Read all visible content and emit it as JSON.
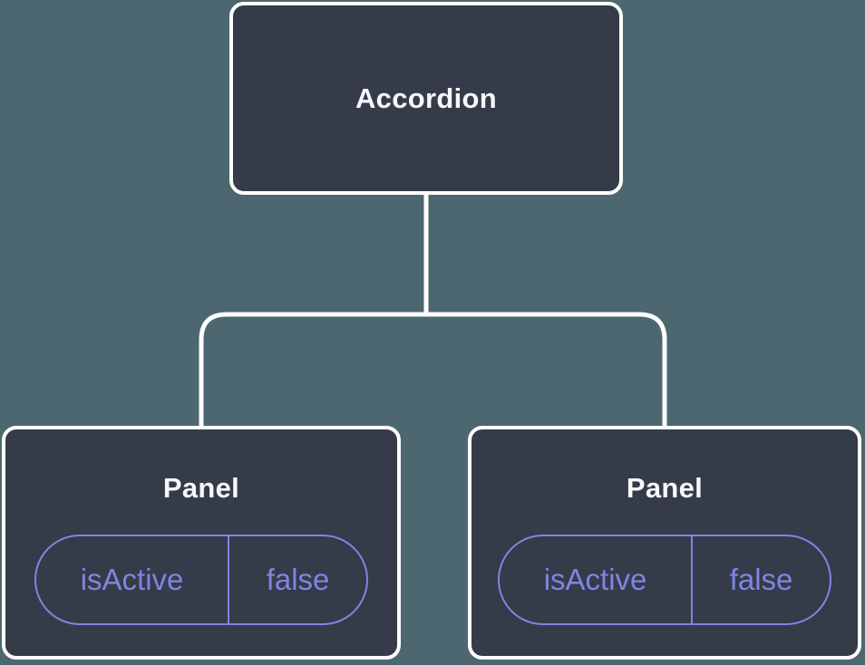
{
  "colors": {
    "canvas_background": "#4d6770",
    "node_background": "#353b48",
    "node_border": "#ffffff",
    "title_text": "#f5f7f9",
    "accent_purple": "#7f85e2",
    "connector": "#ffffff"
  },
  "tree": {
    "root": {
      "label": "Accordion"
    },
    "children": [
      {
        "label": "Panel",
        "prop_name": "isActive",
        "prop_value": "false"
      },
      {
        "label": "Panel",
        "prop_name": "isActive",
        "prop_value": "false"
      }
    ]
  }
}
